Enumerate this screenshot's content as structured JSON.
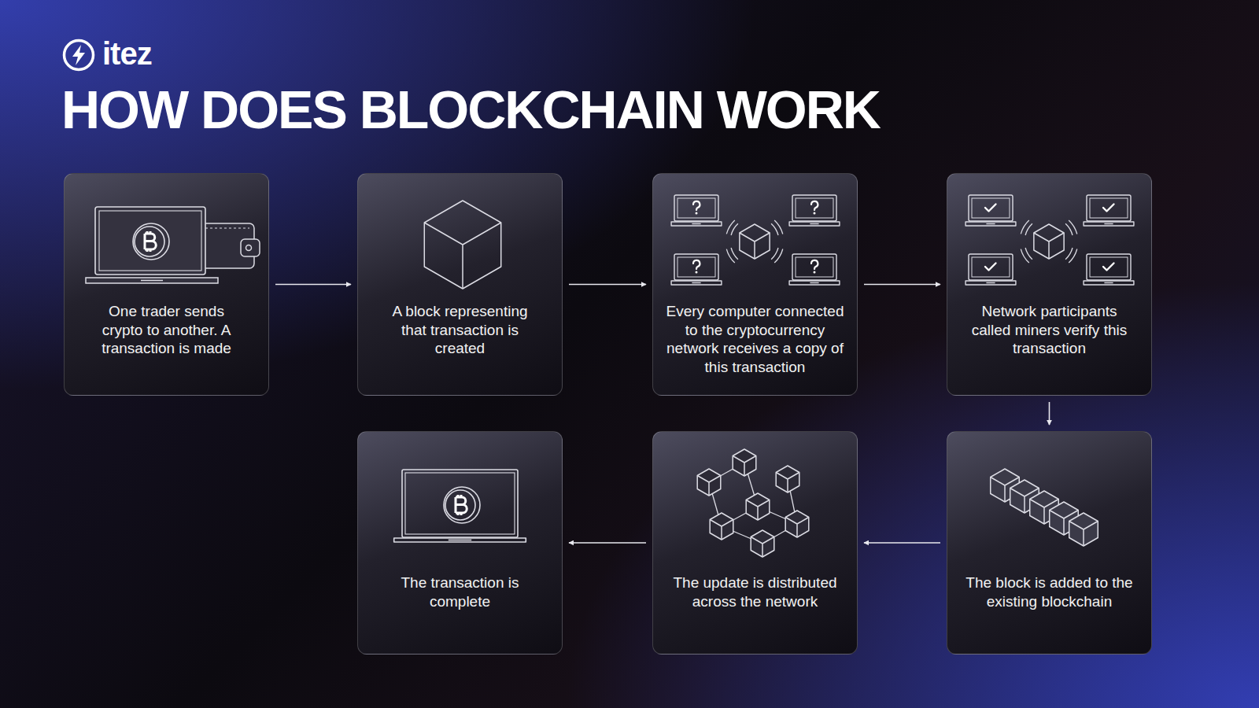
{
  "diagram": {
    "title": "HOW DOES BLOCKCHAIN WORK",
    "nodes": [
      {
        "text": [
          "One trader sends crypto to another. A transaction is made"
        ]
      },
      {
        "text": [
          "A block representing that transaction is created"
        ]
      },
      {
        "text": [
          "Every computer connected to the cryptocurrency network receives a copy of this transaction"
        ]
      },
      {
        "text": [
          "Network participants called miners verify this transaction"
        ]
      },
      {
        "text": [
          "The block is added to the existing blockchain"
        ]
      },
      {
        "text": [
          "The update is distributed across the network"
        ]
      },
      {
        "text": [
          "The transaction is complete"
        ]
      }
    ],
    "edges": [
      {
        "from": 0,
        "to": 1,
        "arrow": "to"
      },
      {
        "from": 1,
        "to": 2,
        "arrow": "to"
      },
      {
        "from": 2,
        "to": 3,
        "arrow": "to"
      },
      {
        "from": 3,
        "to": 4,
        "arrow": "to"
      },
      {
        "from": 4,
        "to": 5,
        "arrow": "to"
      },
      {
        "from": 5,
        "to": 6,
        "arrow": "to"
      }
    ],
    "labels": [
      "itez"
    ]
  }
}
